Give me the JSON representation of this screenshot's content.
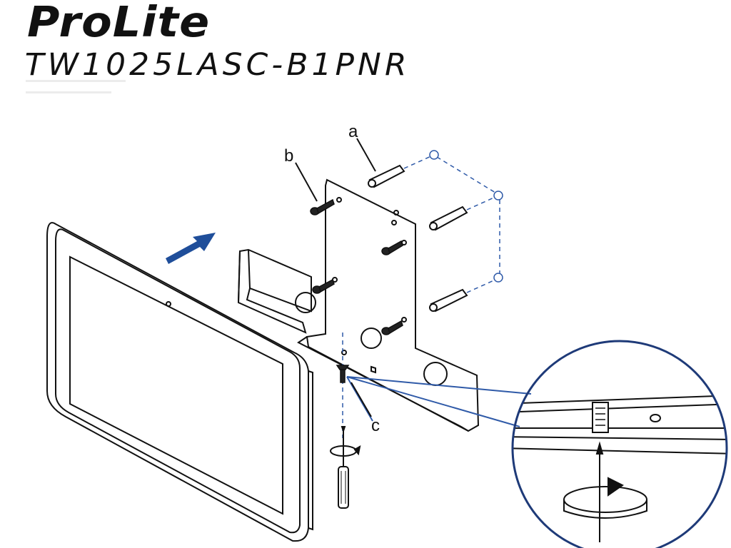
{
  "header": {
    "brand": "ProLite",
    "model": "TW1025LASC-B1PNR"
  },
  "labels": {
    "a": "a",
    "b": "b",
    "c": "c"
  },
  "colors": {
    "line": "#111111",
    "accent_blue": "#1f4e9a",
    "dashed_blue": "#2f5aa8",
    "circle_stroke": "#1e3a78"
  }
}
